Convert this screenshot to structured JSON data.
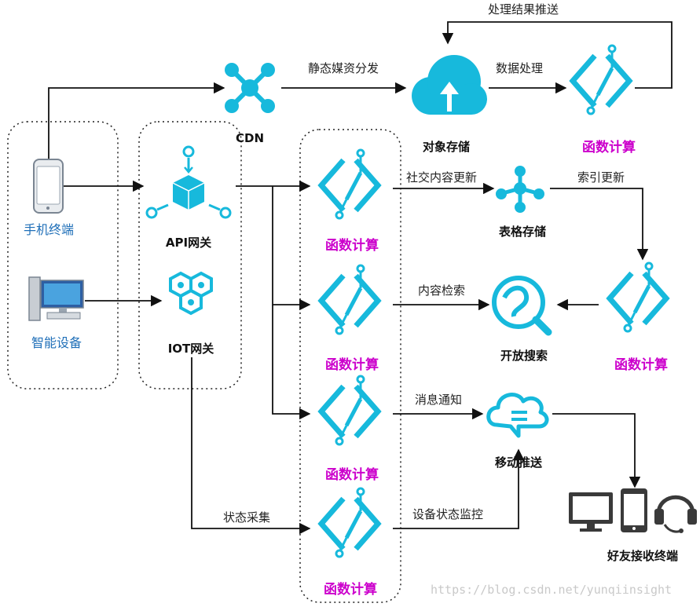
{
  "colors": {
    "icon": "#17b9dc",
    "function_label": "#cc00cc",
    "device_label": "#1f6fb8",
    "arrow": "#111111",
    "dark_device": "#3a3a3a"
  },
  "nodes": {
    "cdn": "CDN",
    "object_storage": "对象存储",
    "fc_top": "函数计算",
    "phone": "手机终端",
    "smart_device": "智能设备",
    "api_gateway": "API网关",
    "iot_gateway": "IOT网关",
    "fc_1": "函数计算",
    "fc_2": "函数计算",
    "fc_3": "函数计算",
    "fc_4": "函数计算",
    "table_store": "表格存储",
    "open_search": "开放搜索",
    "fc_index": "函数计算",
    "mobile_push": "移动推送",
    "friend_terminals": "好友接收终端"
  },
  "edges": {
    "process_result_push": "处理结果推送",
    "static_media_distribution": "静态媒资分发",
    "data_processing": "数据处理",
    "social_content_update": "社交内容更新",
    "index_update": "索引更新",
    "content_retrieval": "内容检索",
    "message_notification": "消息通知",
    "status_collection": "状态采集",
    "device_status_monitoring": "设备状态监控"
  },
  "icons": {
    "cdn": "network-hub-icon",
    "object_storage": "cloud-upload-icon",
    "function_compute": "function-compute-icon",
    "phone": "smartphone-icon",
    "smart_device": "desktop-computer-icon",
    "api_gateway": "api-gateway-cube-icon",
    "iot_gateway": "iot-hexagon-icon",
    "table_store": "table-store-tree-icon",
    "open_search": "open-search-icon",
    "mobile_push": "cloud-message-icon",
    "friend_terminals": [
      "monitor-icon",
      "tablet-icon",
      "headset-icon"
    ]
  },
  "watermark": "https://blog.csdn.net/yunqiinsight"
}
